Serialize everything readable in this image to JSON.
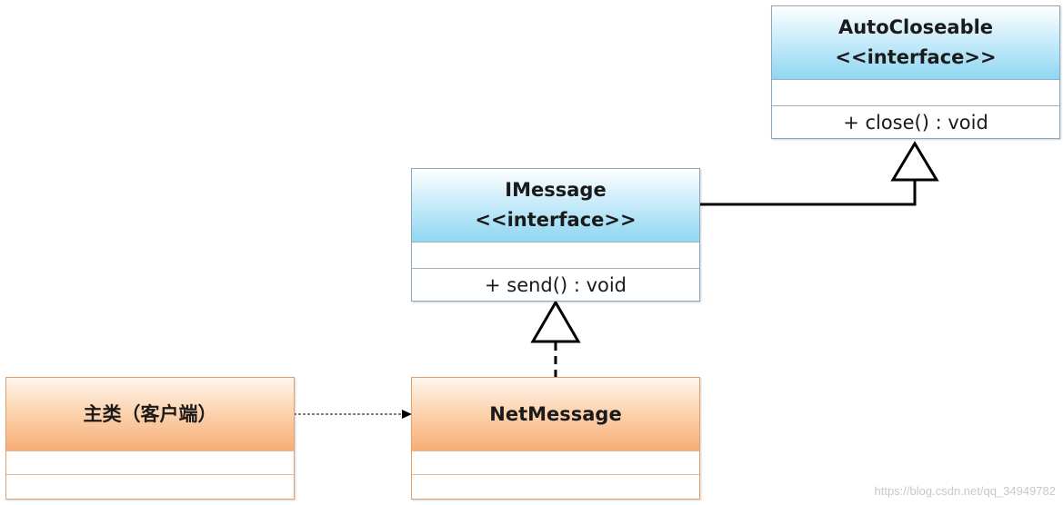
{
  "diagram": {
    "auto_closeable": {
      "name": "AutoCloseable",
      "stereotype": "<<interface>>",
      "operation": "+ close() : void"
    },
    "imessage": {
      "name": "IMessage",
      "stereotype": "<<interface>>",
      "operation": "+ send() : void"
    },
    "net_message": {
      "name": "NetMessage"
    },
    "main_class": {
      "name": "主类（客户端）"
    },
    "relations": [
      {
        "from": "IMessage",
        "to": "AutoCloseable",
        "type": "generalization",
        "style": "solid"
      },
      {
        "from": "NetMessage",
        "to": "IMessage",
        "type": "realization",
        "style": "dashed"
      },
      {
        "from": "主类（客户端）",
        "to": "NetMessage",
        "type": "dependency",
        "style": "dotted"
      }
    ]
  },
  "watermark": "https://blog.csdn.net/qq_34949782",
  "colors": {
    "interface_fill": "#8fd7f2",
    "class_fill": "#f7ad76",
    "line": "#000000"
  }
}
